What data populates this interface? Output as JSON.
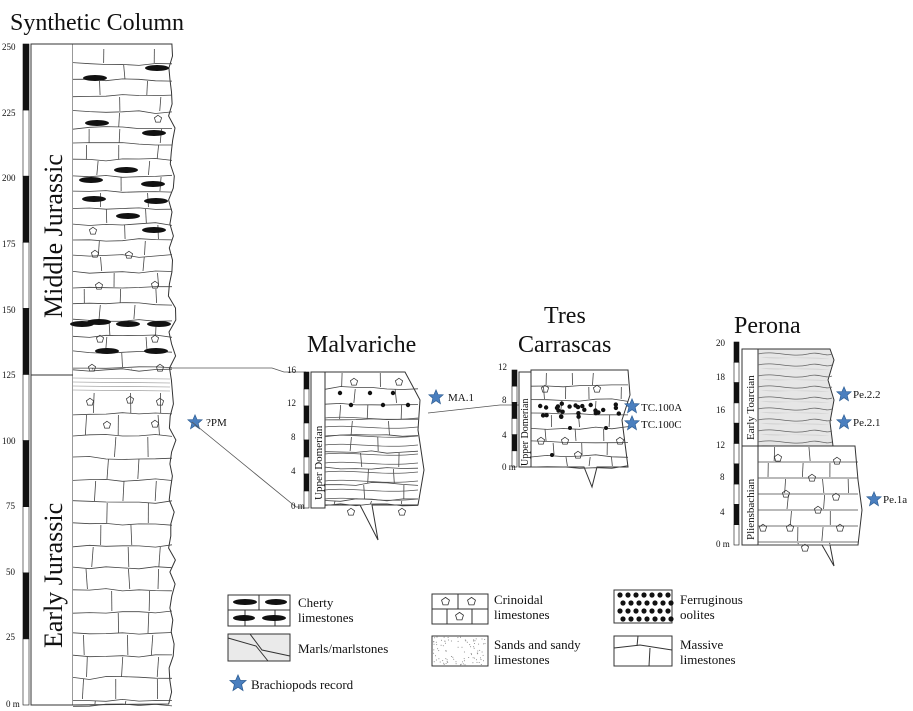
{
  "columns": {
    "synthetic": {
      "title": "Synthetic Column",
      "unit_label": "0 m",
      "ticks": [
        "25",
        "50",
        "75",
        "100",
        "125",
        "150",
        "175",
        "200",
        "225",
        "250"
      ],
      "periods": [
        "Middle Jurassic",
        "Early Jurassic"
      ],
      "sample": "?PM"
    },
    "malvariche": {
      "title": "Malvariche",
      "unit_label": "0 m",
      "ticks": [
        "4",
        "8",
        "12",
        "16"
      ],
      "stage": "Upper Domerian",
      "sample": "MA.1"
    },
    "tres_carrascas": {
      "title_line1": "Tres",
      "title_line2": "Carrascas",
      "unit_label": "0 m",
      "ticks": [
        "4",
        "8",
        "12"
      ],
      "stage": "Upper Domerian",
      "samples": [
        "TC.100A",
        "TC.100C"
      ]
    },
    "perona": {
      "title": "Perona",
      "unit_label": "0 m",
      "ticks": [
        "4",
        "8",
        "12",
        "16",
        "18",
        "20"
      ],
      "stages": [
        "Early Toarcian",
        "Pliensbachian"
      ],
      "samples": [
        "Pe.2.2",
        "Pe.2.1",
        "Pe.1a"
      ]
    }
  },
  "legend": {
    "cherty": [
      "Cherty",
      "limestones"
    ],
    "crinoidal": [
      "Crinoidal",
      "limestones"
    ],
    "ferruginous": [
      "Ferruginous",
      "oolites"
    ],
    "marls": "Marls/marlstones",
    "sands": [
      "Sands and sandy",
      "limestones"
    ],
    "massive": [
      "Massive",
      "limestones"
    ],
    "brachiopods": "Brachiopods record"
  },
  "colors": {
    "star": "#4a7fbf",
    "chert": "#111111",
    "marl_fill": "#dcdcdc",
    "line": "#333333"
  }
}
